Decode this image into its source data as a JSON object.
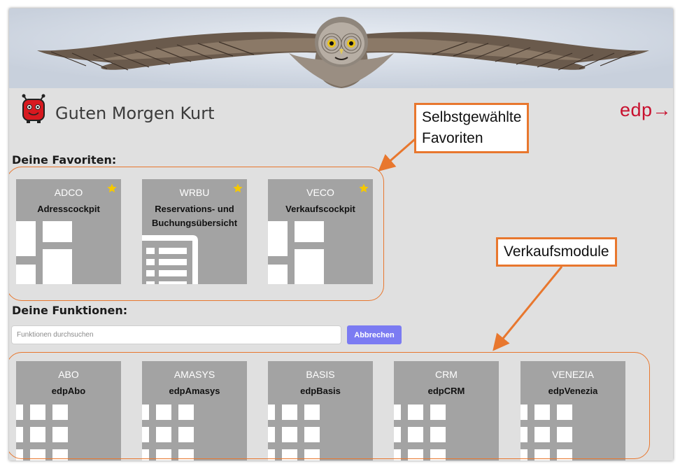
{
  "greeting": "Guten Morgen Kurt",
  "brand": {
    "logo_text": "edp→",
    "accent_color": "#c8102e",
    "mascot_icon": "red-robot-mascot-icon"
  },
  "favorites": {
    "title": "Deine Favoriten:",
    "tiles": [
      {
        "code": "ADCO",
        "name": "Adresscockpit",
        "icon": "star-icon"
      },
      {
        "code": "WRBU",
        "name": "Reservations- und Buchungsübersicht",
        "icon": "star-icon"
      },
      {
        "code": "VECO",
        "name": "Verkaufscockpit",
        "icon": "star-icon"
      }
    ]
  },
  "functions": {
    "title": "Deine Funktionen:",
    "search_placeholder": "Funktionen durchsuchen",
    "cancel_label": "Abbrechen",
    "tiles": [
      {
        "code": "ABO",
        "name": "edpAbo"
      },
      {
        "code": "AMASYS",
        "name": "edpAmasys"
      },
      {
        "code": "BASIS",
        "name": "edpBasis"
      },
      {
        "code": "CRM",
        "name": "edpCRM"
      },
      {
        "code": "VENEZIA",
        "name": "edpVenezia"
      }
    ]
  },
  "annotations": {
    "favorites_callout": [
      "Selbstgewählte",
      "Favoriten"
    ],
    "modules_callout": "Verkaufsmodule",
    "color": "#e8772e"
  },
  "colors": {
    "tile_bg": "#a3a3a3",
    "page_bg": "#e0e0e0",
    "button_bg": "#7b7bf2",
    "star": "#f5c800"
  }
}
